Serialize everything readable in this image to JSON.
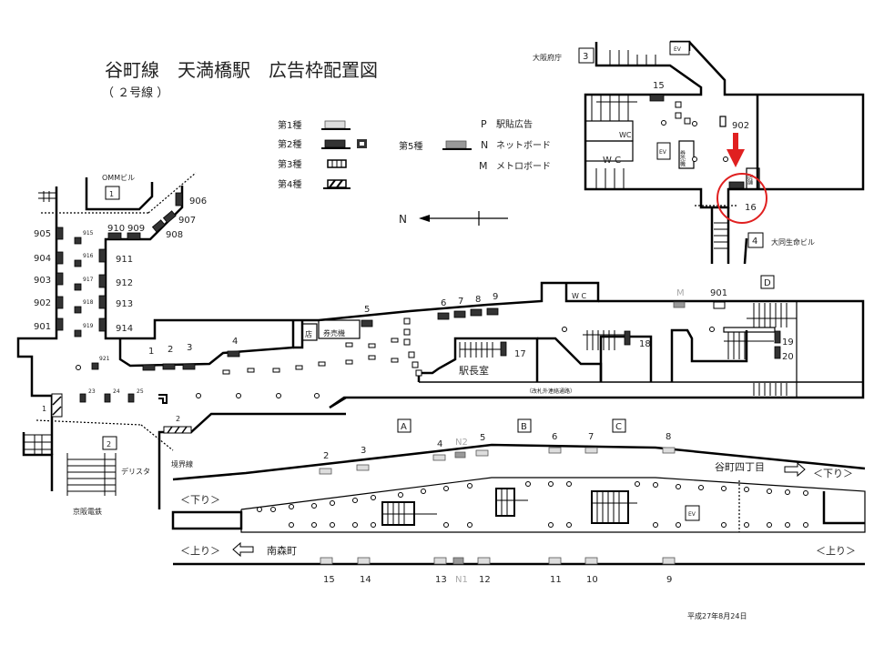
{
  "title": "谷町線　天満橋駅　広告枠配置図",
  "subtitle": "（ ２号線 ）",
  "legend": {
    "type1": "第1種",
    "type2": "第2種",
    "type3": "第3種",
    "type4": "第4種",
    "type5": "第5種",
    "p_key": "P",
    "p_label": "駅貼広告",
    "n_key": "N",
    "n_label": "ネットボード",
    "m_key": "M",
    "m_label": "メトロボード"
  },
  "north": "N",
  "exits": {
    "e1": "1",
    "e1_name": "OMMビル",
    "e2": "2",
    "e2_name": "デリスタ",
    "e3": "3",
    "e3_name": "大阪府庁",
    "e4": "4",
    "e4_name": "大同生命ビル",
    "keihan": "京阪電鉄",
    "boundary": "境界線"
  },
  "rooms": {
    "wc": "W C",
    "wc_small": "WC",
    "ev": "EV",
    "shop": "店",
    "ticket": "券売機",
    "ticket_v": "券売機",
    "shop_v": "店舗",
    "master": "駅長室",
    "passage": "（改札外連絡通路）"
  },
  "areas": {
    "a": "A",
    "b": "B",
    "c": "C",
    "d": "D"
  },
  "ads": {
    "left_wall": [
      "905",
      "904",
      "903",
      "902",
      "901"
    ],
    "pillars": [
      "915",
      "916",
      "917",
      "918",
      "919",
      "921",
      "23",
      "24",
      "25"
    ],
    "inner_wall": [
      "910",
      "909",
      "911",
      "912",
      "913",
      "914"
    ],
    "diag": [
      "906",
      "907",
      "908"
    ],
    "concourse": [
      "1",
      "2",
      "3",
      "4",
      "5",
      "6",
      "7",
      "8",
      "9",
      "17",
      "18",
      "19",
      "20"
    ],
    "type4": [
      "1",
      "2"
    ],
    "m": "M",
    "m901": "901",
    "ne": [
      "15",
      "902",
      "16"
    ],
    "platform_top": [
      "2",
      "3",
      "4",
      "N2",
      "5",
      "6",
      "7",
      "8"
    ],
    "platform_bottom": [
      "15",
      "14",
      "13",
      "N1",
      "12",
      "11",
      "10",
      "9"
    ]
  },
  "platform": {
    "down": "＜下り＞",
    "up": "＜上り＞",
    "down_dest": "谷町四丁目",
    "up_dest": "南森町"
  },
  "date": "平成27年8月24日",
  "highlight_color": "#e02020"
}
